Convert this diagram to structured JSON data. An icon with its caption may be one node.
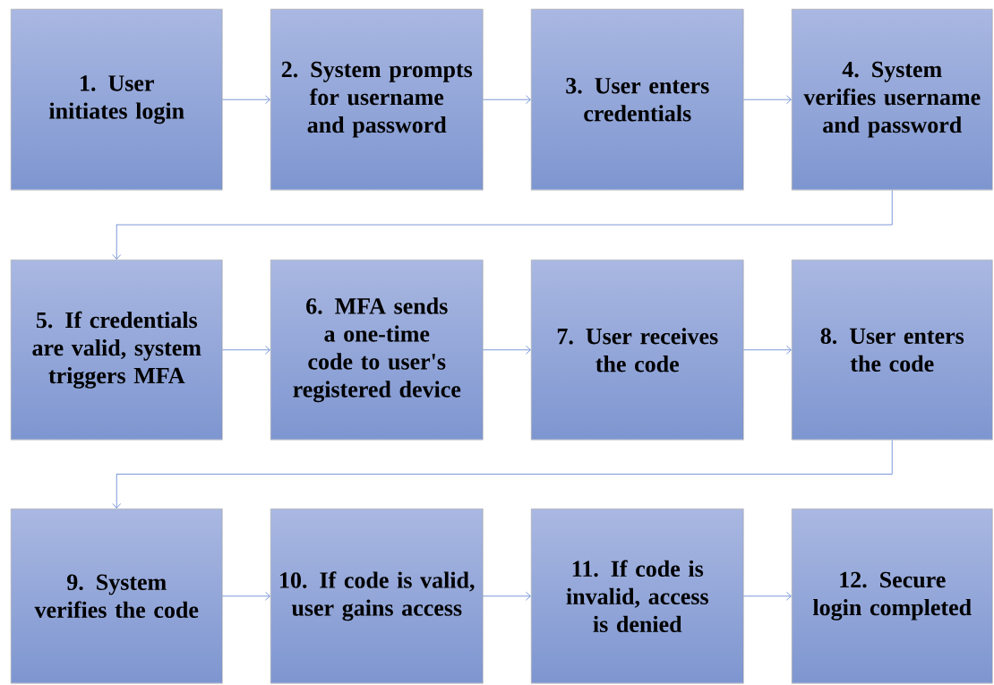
{
  "diagram": {
    "nodes": [
      {
        "text": [
          "1. User initiates login"
        ]
      },
      {
        "text": [
          "2. System prompts for username and password"
        ]
      },
      {
        "text": [
          "3. User enters credentials"
        ]
      },
      {
        "text": [
          "4. System verifies username and password"
        ]
      },
      {
        "text": [
          "5. If credentials are valid, system triggers MFA"
        ]
      },
      {
        "text": [
          "6. MFA sends a one-time code to user's registered device"
        ]
      },
      {
        "text": [
          "7. User receives the code"
        ]
      },
      {
        "text": [
          "8. User enters the code"
        ]
      },
      {
        "text": [
          "9. System verifies the code"
        ]
      },
      {
        "text": [
          "10. If code is valid, user gains access"
        ]
      },
      {
        "text": [
          "11. If code is invalid, access is denied"
        ]
      },
      {
        "text": [
          "12. Secure login completed"
        ]
      }
    ],
    "edges": [
      {
        "from": 0,
        "to": 1,
        "arrow": "to"
      },
      {
        "from": 1,
        "to": 2,
        "arrow": "to"
      },
      {
        "from": 2,
        "to": 3,
        "arrow": "to"
      },
      {
        "from": 3,
        "to": 4,
        "arrow": "to"
      },
      {
        "from": 4,
        "to": 5,
        "arrow": "to"
      },
      {
        "from": 5,
        "to": 6,
        "arrow": "to"
      },
      {
        "from": 6,
        "to": 7,
        "arrow": "to"
      },
      {
        "from": 7,
        "to": 8,
        "arrow": "to"
      },
      {
        "from": 8,
        "to": 9,
        "arrow": "to"
      },
      {
        "from": 9,
        "to": 10,
        "arrow": "to"
      },
      {
        "from": 10,
        "to": 11,
        "arrow": "to"
      }
    ]
  }
}
